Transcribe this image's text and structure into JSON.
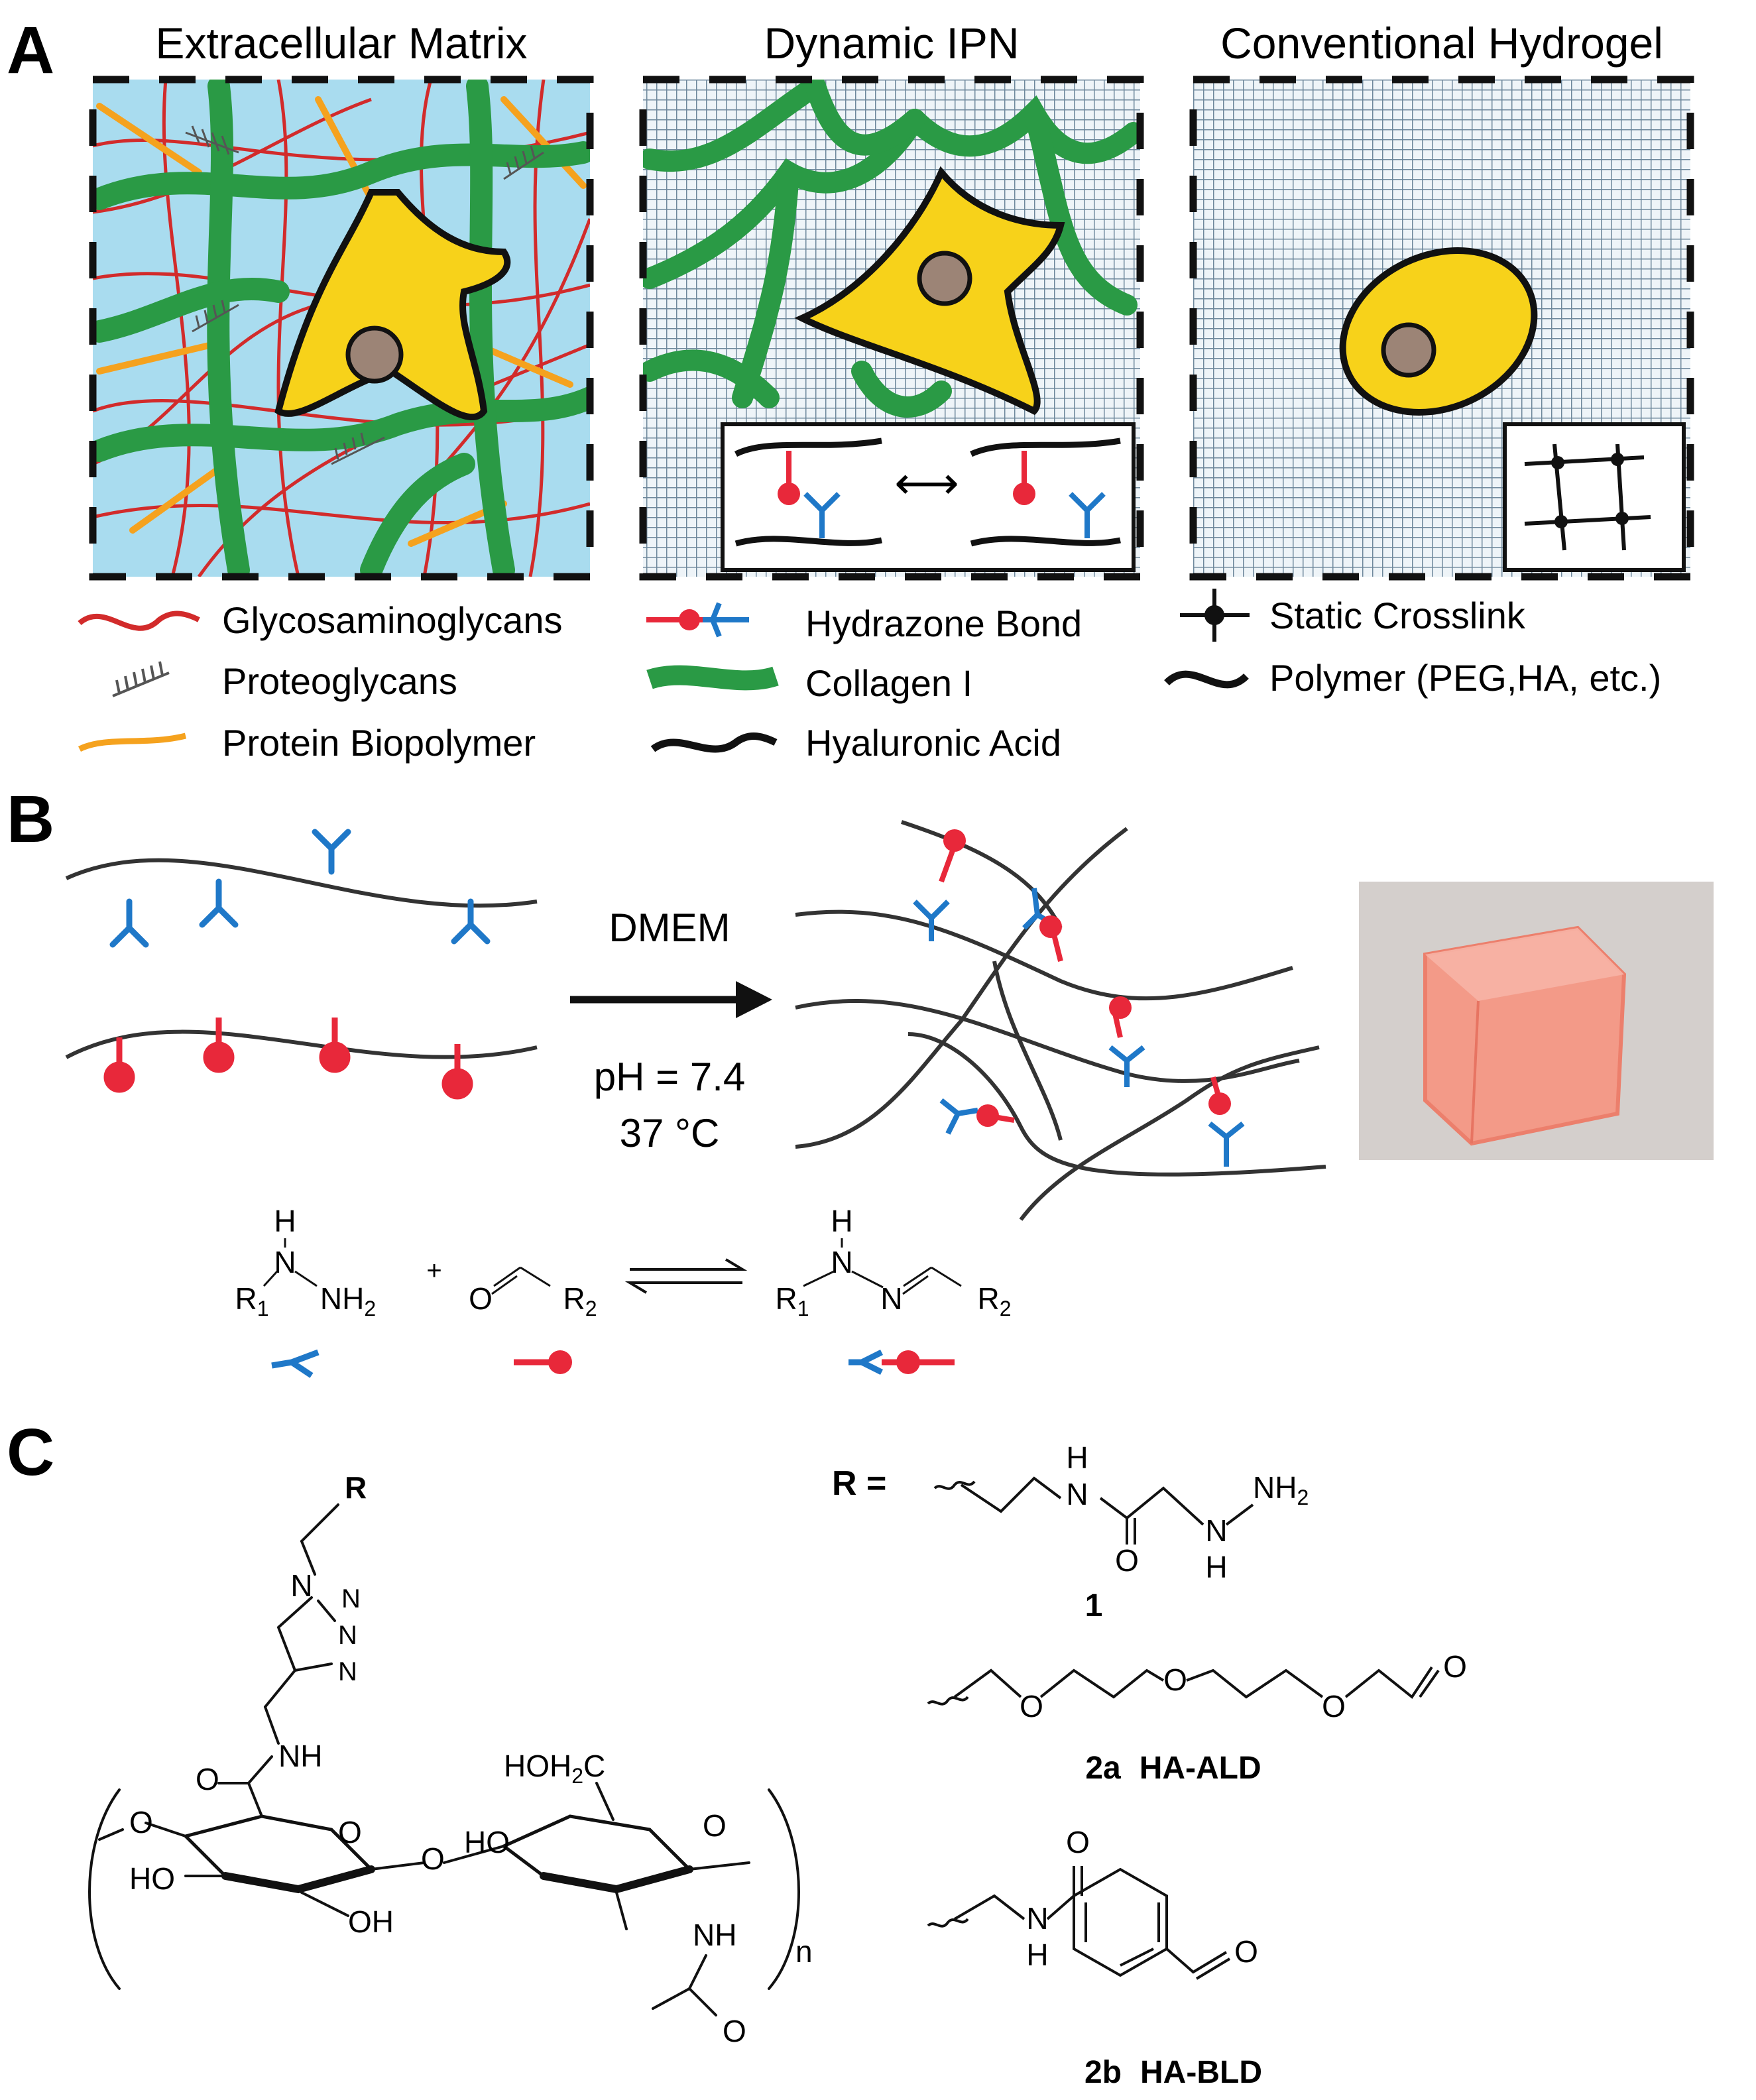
{
  "panel_a": {
    "letter": "A",
    "titles": [
      "Extracellular Matrix",
      "Dynamic IPN",
      "Conventional Hydrogel"
    ],
    "legend": {
      "glycosaminoglycans": "Glycosaminoglycans",
      "proteoglycans": "Proteoglycans",
      "protein_biopolymer": "Protein Biopolymer",
      "hydrazone_bond": "Hydrazone Bond",
      "collagen": "Collagen I",
      "hyaluronic_acid": "Hyaluronic Acid",
      "static_crosslink": "Static Crosslink",
      "polymer": "Polymer (PEG,HA, etc.)"
    },
    "colors": {
      "ecm_background": "#a9dcef",
      "glycosaminoglycan": "#d22b2b",
      "collagen": "#2a9a45",
      "protein": "#f5a21e",
      "cell": "#f7d21a",
      "nucleus": "#9c8476",
      "hydrazide": "#1f78c8",
      "aldehyde": "#e8283a",
      "mesh": "#7d94a6"
    }
  },
  "panel_b": {
    "letter": "B",
    "condition_medium": "DMEM",
    "condition_ph": "pH = 7.4",
    "condition_temp": "37 °C",
    "colors": {
      "gel_photo": "#f39a88",
      "photo_background": "#d8d4d2"
    }
  },
  "panel_c": {
    "letter": "C",
    "r_label": "R =",
    "compound_1": "1",
    "compound_2a_id": "2a",
    "compound_2a_name": "HA-ALD",
    "compound_2b_id": "2b",
    "compound_2b_name": "HA-BLD",
    "subscript_n": "n"
  }
}
